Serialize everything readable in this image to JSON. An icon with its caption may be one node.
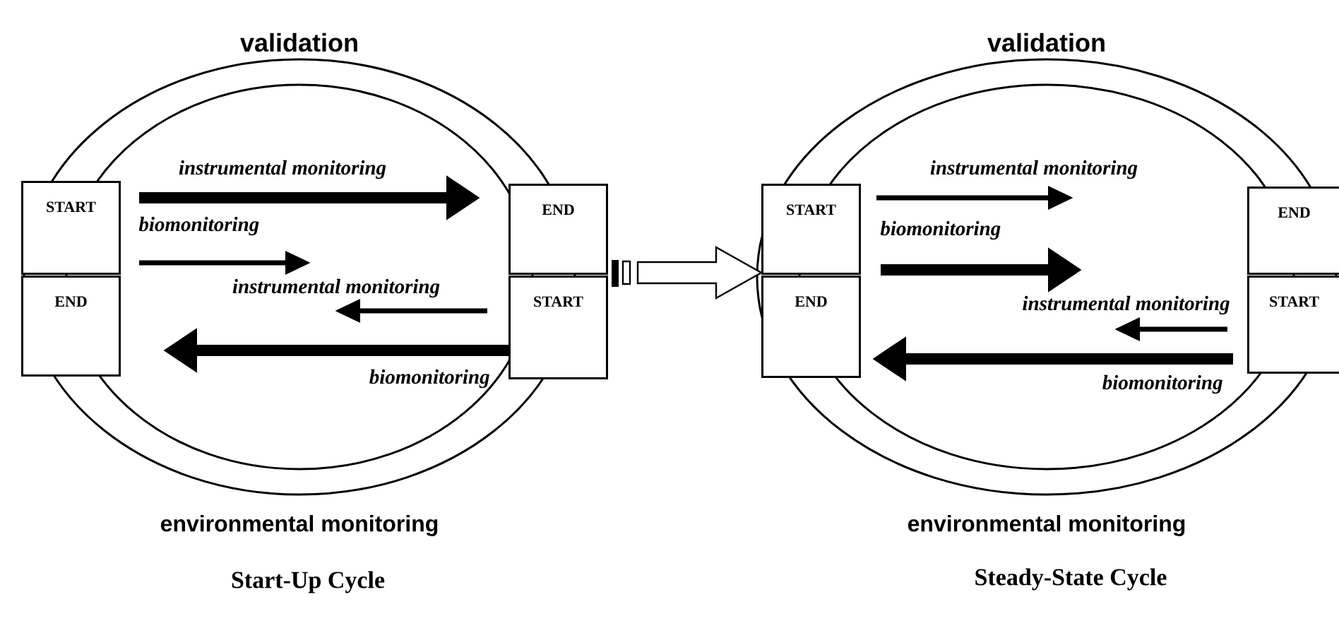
{
  "diagram": {
    "nodes": [
      {
        "text": [
          "START"
        ]
      },
      {
        "text": [
          "END"
        ]
      },
      {
        "text": [
          "END"
        ]
      },
      {
        "text": [
          "START"
        ]
      },
      {
        "text": [
          "START"
        ]
      },
      {
        "text": [
          "END"
        ]
      },
      {
        "text": [
          "END"
        ]
      },
      {
        "text": [
          "START"
        ]
      }
    ],
    "edges": [
      {
        "from": 0,
        "to": 2,
        "arrow": "to",
        "label": "instrumental monitoring",
        "style": "thick"
      },
      {
        "from": 0,
        "to": null,
        "arrow": "to",
        "label": "biomonitoring"
      },
      {
        "from": 3,
        "to": null,
        "arrow": "to",
        "label": "instrumental monitoring"
      },
      {
        "from": 3,
        "to": 1,
        "arrow": "to",
        "label": "biomonitoring",
        "style": "thick"
      },
      {
        "from": 2,
        "to": 4,
        "arrow": "to"
      },
      {
        "from": 4,
        "to": null,
        "arrow": "to",
        "label": "instrumental monitoring"
      },
      {
        "from": 4,
        "to": null,
        "arrow": "to",
        "label": "biomonitoring",
        "style": "thick"
      },
      {
        "from": 7,
        "to": null,
        "arrow": "to",
        "label": "instrumental monitoring"
      },
      {
        "from": 7,
        "to": 5,
        "arrow": "to",
        "label": "biomonitoring",
        "style": "thick"
      }
    ],
    "labels": [
      "validation",
      "environmental monitoring",
      "Start-Up Cycle",
      "validation",
      "environmental monitoring",
      "Steady-State Cycle"
    ]
  }
}
